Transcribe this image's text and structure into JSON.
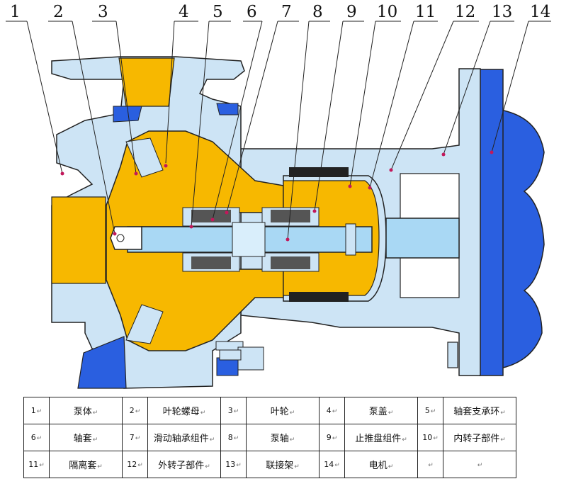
{
  "callouts": [
    "1",
    "2",
    "3",
    "4",
    "5",
    "6",
    "7",
    "8",
    "9",
    "10",
    "11",
    "12",
    "13",
    "14"
  ],
  "para_mark": "↵",
  "legend": [
    [
      {
        "n": "1",
        "t": "泵体"
      },
      {
        "n": "2",
        "t": "叶轮螺母"
      },
      {
        "n": "3",
        "t": "叶轮"
      },
      {
        "n": "4",
        "t": "泵盖"
      },
      {
        "n": "5",
        "t": "轴套支承环"
      }
    ],
    [
      {
        "n": "6",
        "t": "轴套"
      },
      {
        "n": "7",
        "t": "滑动轴承组件"
      },
      {
        "n": "8",
        "t": "泵轴"
      },
      {
        "n": "9",
        "t": "止推盘组件"
      },
      {
        "n": "10",
        "t": "内转子部件"
      }
    ],
    [
      {
        "n": "11",
        "t": "隔离套"
      },
      {
        "n": "12",
        "t": "外转子部件"
      },
      {
        "n": "13",
        "t": "联接架"
      },
      {
        "n": "14",
        "t": "电机"
      },
      {
        "n": "",
        "t": ""
      }
    ]
  ],
  "colors": {
    "casing": "#cde4f5",
    "impeller": "#f7b800",
    "motor": "#2a5fe0",
    "shaft": "#a9d8f4",
    "magnet": "#222222",
    "outline": "#222222"
  }
}
